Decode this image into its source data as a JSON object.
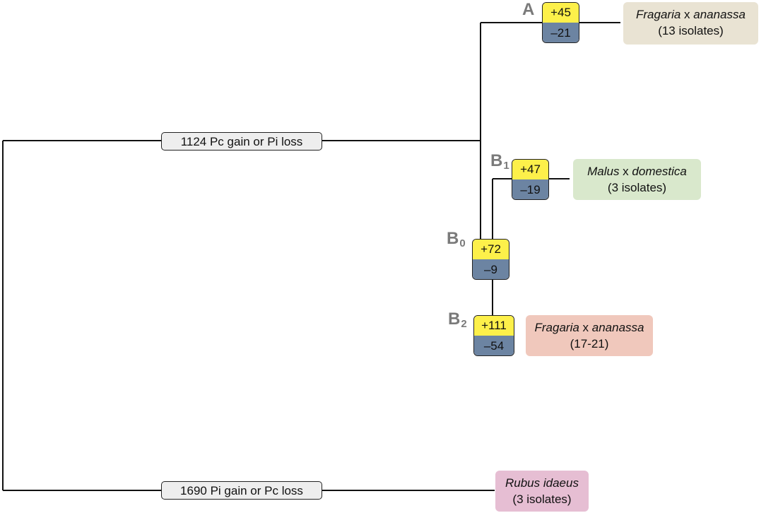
{
  "branches": {
    "upper": "1124 Pc gain or Pi loss",
    "lower": "1690 Pi gain or Pc loss"
  },
  "nodes": {
    "A": {
      "label": "A",
      "subscript": "",
      "gain": "+45",
      "loss": "–21"
    },
    "B1": {
      "label": "B",
      "subscript": "1",
      "gain": "+47",
      "loss": "–19"
    },
    "B0": {
      "label": "B",
      "subscript": "0",
      "gain": "+72",
      "loss": "–9"
    },
    "B2": {
      "label": "B",
      "subscript": "2",
      "gain": "+111",
      "loss": "–54"
    }
  },
  "taxa": {
    "A": {
      "genus": "Fragaria",
      "sep": " x ",
      "species": "ananassa",
      "detail": "(13 isolates)"
    },
    "B1": {
      "genus": "Malus",
      "sep": " x ",
      "species": "domestica",
      "detail": "(3 isolates)"
    },
    "B2": {
      "genus": "Fragaria",
      "sep": " x ",
      "species": "ananassa",
      "detail": "(17-21)"
    },
    "R": {
      "genus": "Rubus",
      "sep": " ",
      "species": "idaeus",
      "detail": "(3 isolates)"
    }
  }
}
